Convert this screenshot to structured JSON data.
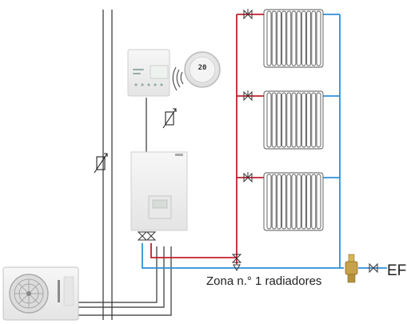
{
  "labels": {
    "zone": "Zona n.° 1 radiadores",
    "cold_water": "EF",
    "thermostat_display": "20"
  },
  "colors": {
    "supply_pipe": "#c0202c",
    "return_pipe": "#2f8fd6",
    "cable": "#333333",
    "radiator_outline": "#555555"
  },
  "icons": [
    "outdoor-heat-pump-icon",
    "indoor-hydraulic-module-icon",
    "wall-controller-icon",
    "room-thermostat-icon",
    "wireless-signal-icon",
    "temperature-sensor-icon",
    "radiator-icon",
    "valve-icon",
    "mixing-valve-icon",
    "bypass-valve-icon"
  ]
}
